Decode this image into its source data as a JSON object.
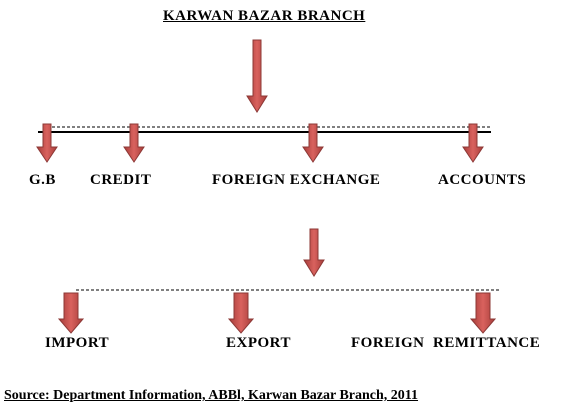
{
  "title": "KARWAN BAZAR BRANCH",
  "departments": [
    "G.B",
    "CREDIT",
    "FOREIGN EXCHANGE",
    "ACCOUNTS"
  ],
  "sub_units": [
    "IMPORT",
    "EXPORT",
    "FOREIGN  REMITTANCE"
  ],
  "source": "Source: Department Information, ABBl, Karwan Bazar Branch, 2011",
  "colors": {
    "arrow_fill": "#c0504d",
    "arrow_stroke": "#8c3836",
    "line": "#000000"
  }
}
